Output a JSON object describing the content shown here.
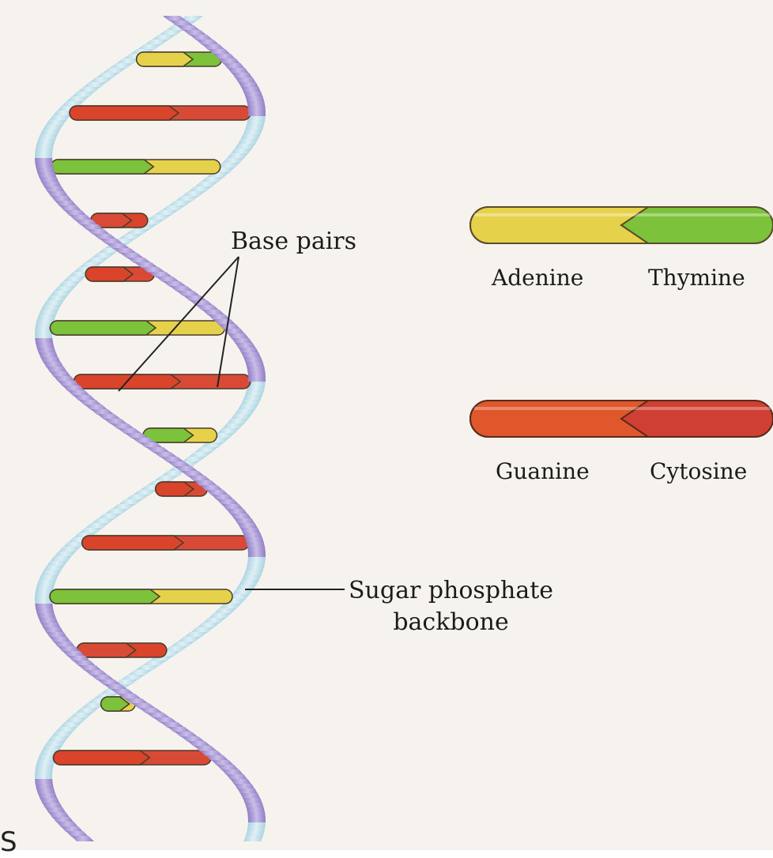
{
  "labels": {
    "base_pairs": "Base pairs",
    "sugar_line1": "Sugar phosphate",
    "sugar_line2": "backbone",
    "adenine": "Adenine",
    "thymine": "Thymine",
    "guanine": "Guanine",
    "cytosine": "Cytosine"
  },
  "page_letter": "S",
  "colors": {
    "adenine": "#e6d24a",
    "thymine": "#7cc23a",
    "guanine": "#d9442a",
    "cytosine": "#d94a36",
    "backbone_front": "#b8a8dc",
    "backbone_back": "#c4e2ec"
  },
  "base_pair_colors": [
    [
      "adenine",
      "thymine"
    ],
    [
      "guanine",
      "cytosine"
    ],
    [
      "thymine",
      "adenine"
    ],
    [
      "cytosine",
      "guanine"
    ],
    [
      "guanine",
      "cytosine"
    ],
    [
      "thymine",
      "adenine"
    ],
    [
      "guanine",
      "cytosine"
    ],
    [
      "thymine",
      "adenine"
    ],
    [
      "guanine",
      "cytosine"
    ],
    [
      "guanine",
      "cytosine"
    ],
    [
      "thymine",
      "adenine"
    ],
    [
      "cytosine",
      "guanine"
    ],
    [
      "thymine",
      "adenine"
    ],
    [
      "guanine",
      "cytosine"
    ]
  ]
}
